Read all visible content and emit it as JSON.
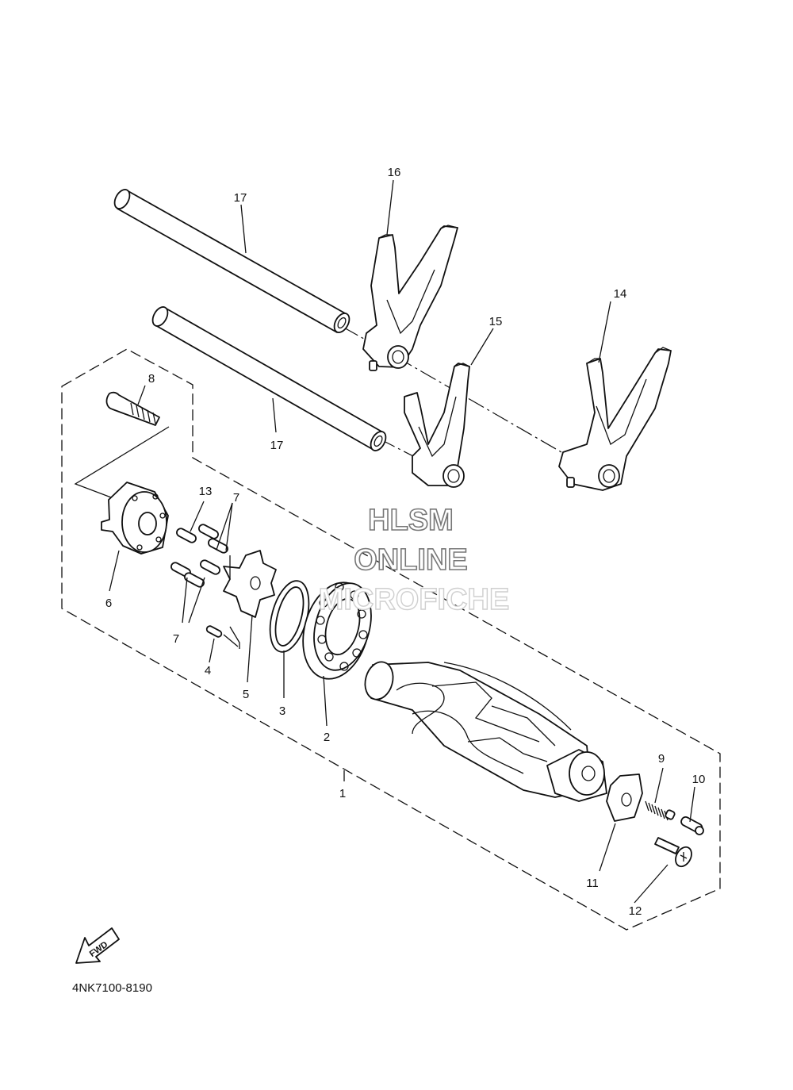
{
  "callouts": [
    "1",
    "2",
    "3",
    "4",
    "5",
    "6",
    "7",
    "7",
    "8",
    "9",
    "10",
    "11",
    "12",
    "13",
    "14",
    "15",
    "16",
    "17",
    "17"
  ],
  "watermark": {
    "line1": "HLSM",
    "line2": "ONLINE",
    "line3": "MICROFICHE"
  },
  "fwd_label": "FWD",
  "drawing_code": "4NK7100-8190"
}
